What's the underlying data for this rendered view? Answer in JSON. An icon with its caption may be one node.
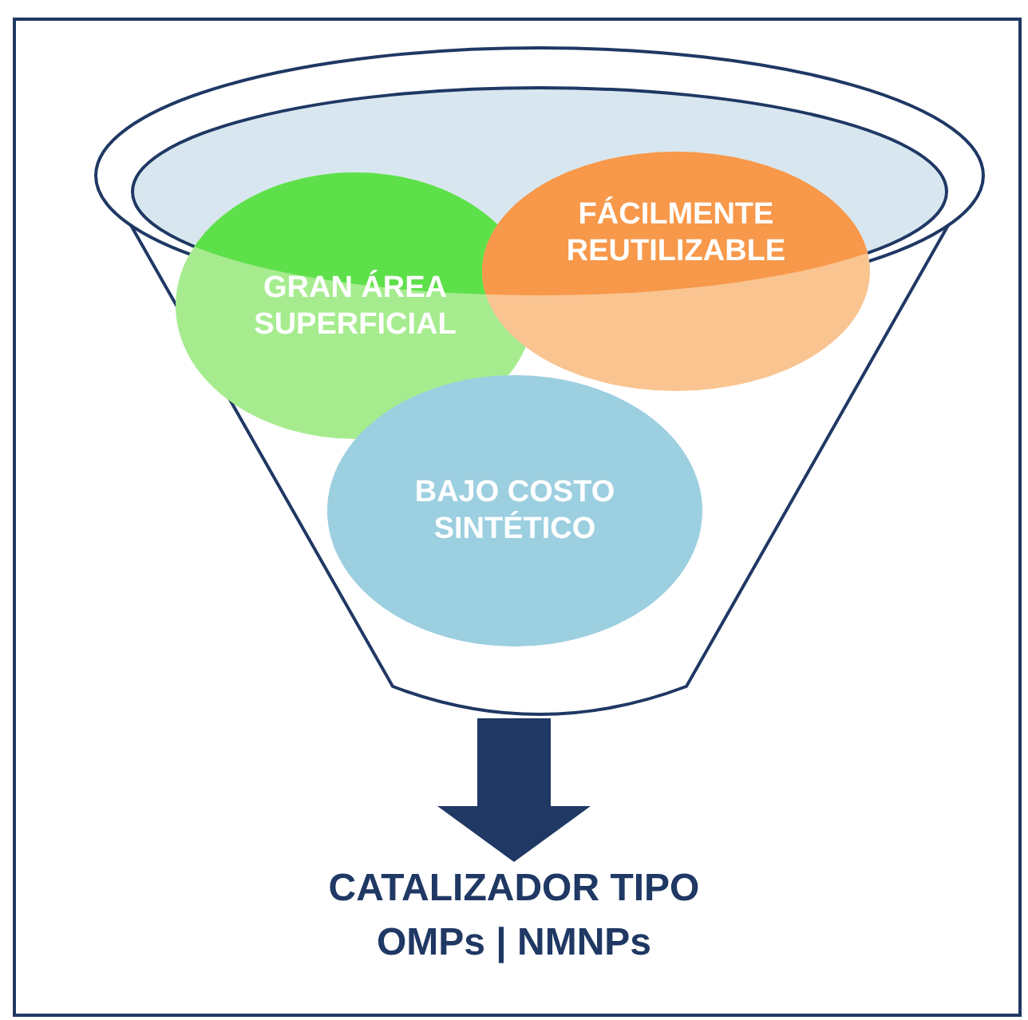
{
  "diagram": {
    "nodes": [
      {
        "text": [],
        "shape": "funnel"
      },
      {
        "text": [
          "GRAN ÁREA SUPERFICIAL"
        ],
        "in": 0
      },
      {
        "text": [
          "FÁCILMENTE REUTILIZABLE"
        ],
        "in": 0
      },
      {
        "text": [
          "BAJO COSTO SINTÉTICO"
        ],
        "in": 0
      },
      {
        "text": [
          "CATALIZADOR TIPO",
          "OMPs | NMNPs"
        ]
      }
    ],
    "edges": [
      {
        "from": 0,
        "to": 4,
        "arrow": "to"
      }
    ]
  }
}
